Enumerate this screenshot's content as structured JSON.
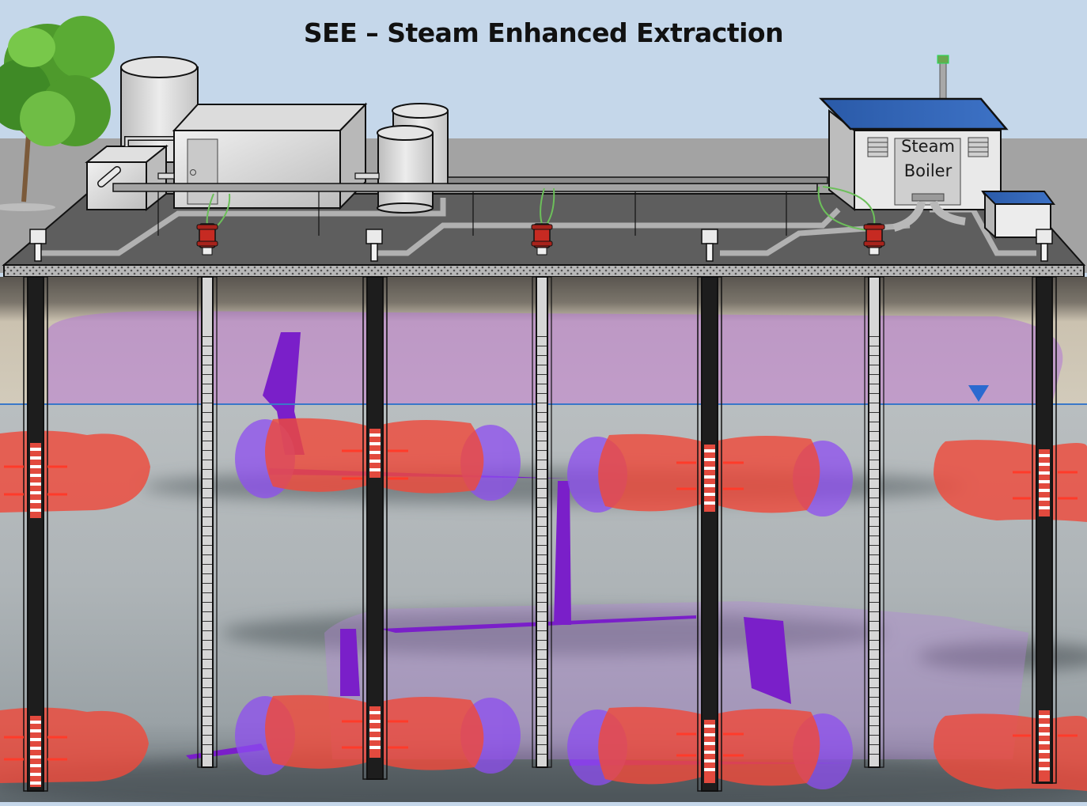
{
  "title": "SEE – Steam Enhanced Extraction",
  "buildings": {
    "boiler_label_line1": "Steam",
    "boiler_label_line2": "Boiler"
  },
  "colors": {
    "sky": "#c5d7ea",
    "ground_surface": "#9e9e9e",
    "platform": "#5f5f5f",
    "vadose_zone": "#cfc6b4",
    "saturated_zone": "#aab1b5",
    "steam_zone": "#ee4a3c",
    "contaminant_vapor": "#b37fd1",
    "contaminant_dnapl": "#7a1fc9",
    "water_table": "#3a78c9",
    "injection_well": "#1d1d1d",
    "extraction_well": "#d6d6d6"
  },
  "wells": {
    "injection_x": [
      45,
      474,
      897,
      1320
    ],
    "extraction_x": [
      262,
      685,
      1105
    ]
  },
  "legend_icons": {
    "water_table_marker": "water-table-triangle-icon"
  }
}
